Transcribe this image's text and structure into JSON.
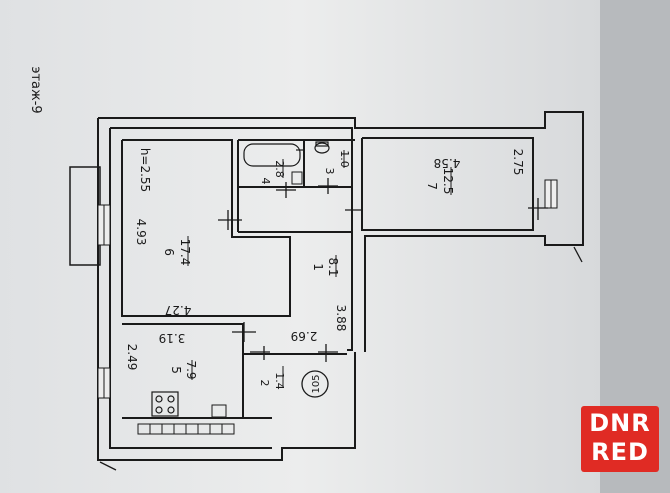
{
  "floor_label": "этаж-9",
  "height_label": "h=2.55",
  "room_number_label": "105",
  "rooms": [
    {
      "number": "1",
      "area": "8.1"
    },
    {
      "number": "2",
      "area": "1.4"
    },
    {
      "number": "3",
      "area": "1.0"
    },
    {
      "number": "4",
      "area": "2.8"
    },
    {
      "number": "5",
      "area": "7.9"
    },
    {
      "number": "6",
      "area": "17.4"
    },
    {
      "number": "7",
      "area": "12.5"
    }
  ],
  "dimensions": {
    "room6_height": "4.93",
    "room6_width": "4.27",
    "room5_width": "3.19",
    "room5_height": "2.49",
    "room1_width": "2.69",
    "room1_height": "3.88",
    "room7_width": "4.58",
    "room7_height": "2.75"
  },
  "watermark": {
    "line1": "DNR",
    "line2": "RED"
  },
  "colors": {
    "paper": "#e9eaec",
    "ink": "#1a1a1a",
    "brand": "#e02b24"
  }
}
